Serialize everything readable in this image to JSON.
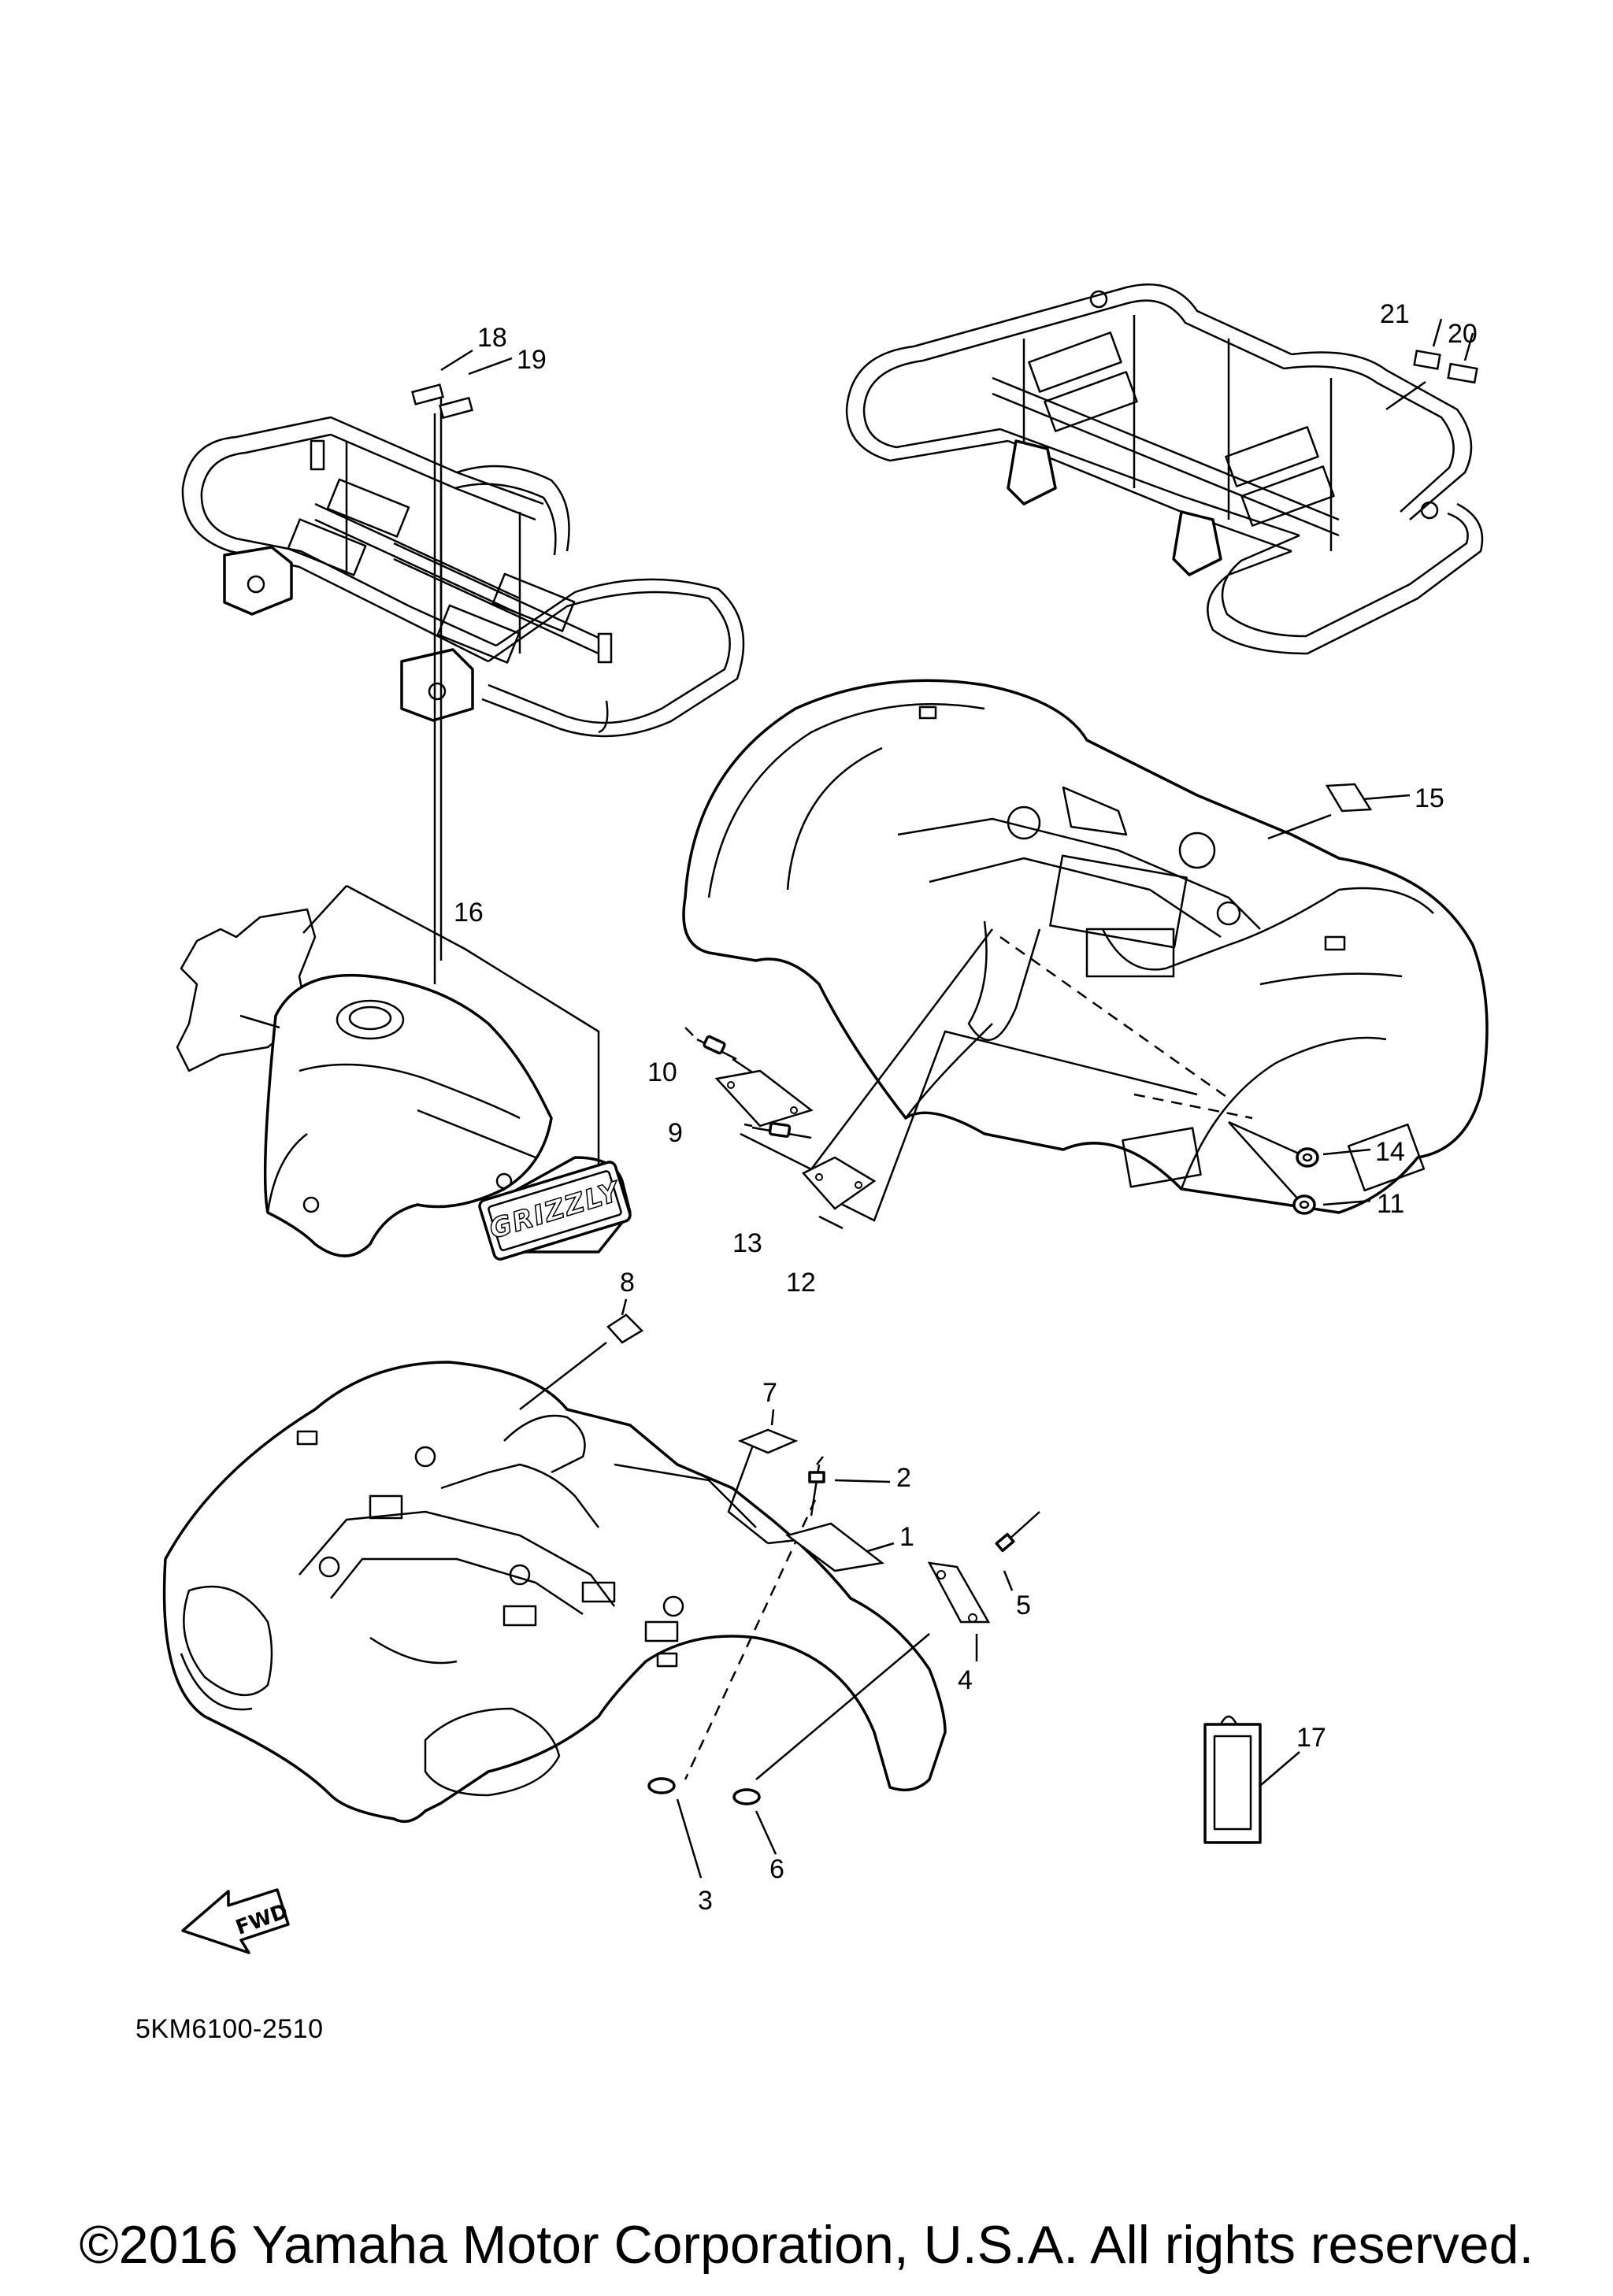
{
  "callouts": {
    "c1": "1",
    "c2": "2",
    "c3": "3",
    "c4": "4",
    "c5": "5",
    "c6": "6",
    "c7": "7",
    "c8": "8",
    "c9": "9",
    "c10": "10",
    "c11": "11",
    "c12": "12",
    "c13": "13",
    "c14": "14",
    "c15": "15",
    "c16": "16",
    "c17": "17",
    "c18": "18",
    "c19": "19",
    "c20": "20",
    "c21": "21"
  },
  "emblem_text": "GRIZZLY",
  "fwd_text": "FWD",
  "diagram_code": "5KM6100-2510",
  "copyright": "©2016 Yamaha Motor Corporation, U.S.A. All rights reserved."
}
